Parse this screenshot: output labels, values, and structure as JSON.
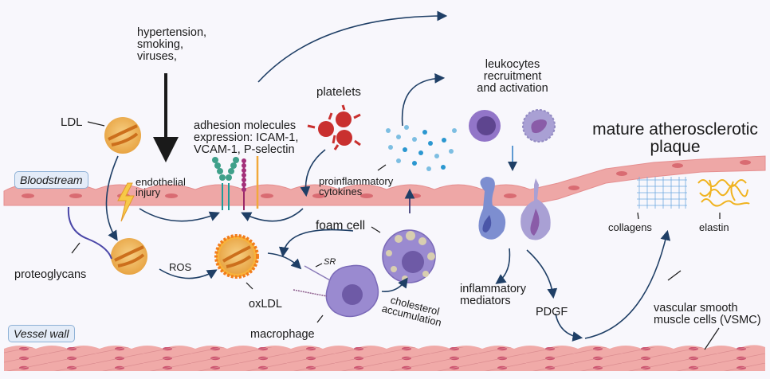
{
  "diagram": {
    "title": "mature atherosclerotic plaque",
    "tags": {
      "bloodstream": "Bloodstream",
      "vessel_wall": "Vessel wall"
    },
    "labels": {
      "risk_factors": [
        "hypertension,",
        "smoking,",
        "viruses,"
      ],
      "ldl": "LDL",
      "endothelial_injury": [
        "endothelial",
        "injury"
      ],
      "adhesion_molecules": [
        "adhesion molecules",
        "expression: ICAM-1,",
        "VCAM-1, P-selectin"
      ],
      "platelets": "platelets",
      "proinflammatory_cytokines": [
        "proinflammatory",
        "cytokines"
      ],
      "leukocytes": [
        "leukocytes",
        "recruitment",
        "and activation"
      ],
      "plaque_title": [
        "mature atherosclerotic",
        "plaque"
      ],
      "collagens": "collagens",
      "elastin": "elastin",
      "proteoglycans": "proteoglycans",
      "ros": "ROS",
      "oxldl": "oxLDL",
      "foam_cell": "foam cell",
      "sr": "SR",
      "macrophage": "macrophage",
      "cholesterol_accumulation": [
        "cholesterol",
        "accumulation"
      ],
      "inflammatory_mediators": [
        "inflammatory",
        "mediators"
      ],
      "pdgf": "PDGF",
      "vsmc": [
        "vascular smooth",
        "muscle cells (VSMC)"
      ]
    },
    "colors": {
      "background": "#f8f7fc",
      "endothelium": "#eea7a6",
      "nucleus": "#d96b72",
      "arrow": "#1f3f66",
      "ldl": "#eaa84a",
      "platelet": "#c9302f",
      "macrophage": "#9a8ad0",
      "cytokine": "#2b97d0",
      "collagen": "#6fa9e0",
      "elastin": "#f0b320"
    }
  }
}
